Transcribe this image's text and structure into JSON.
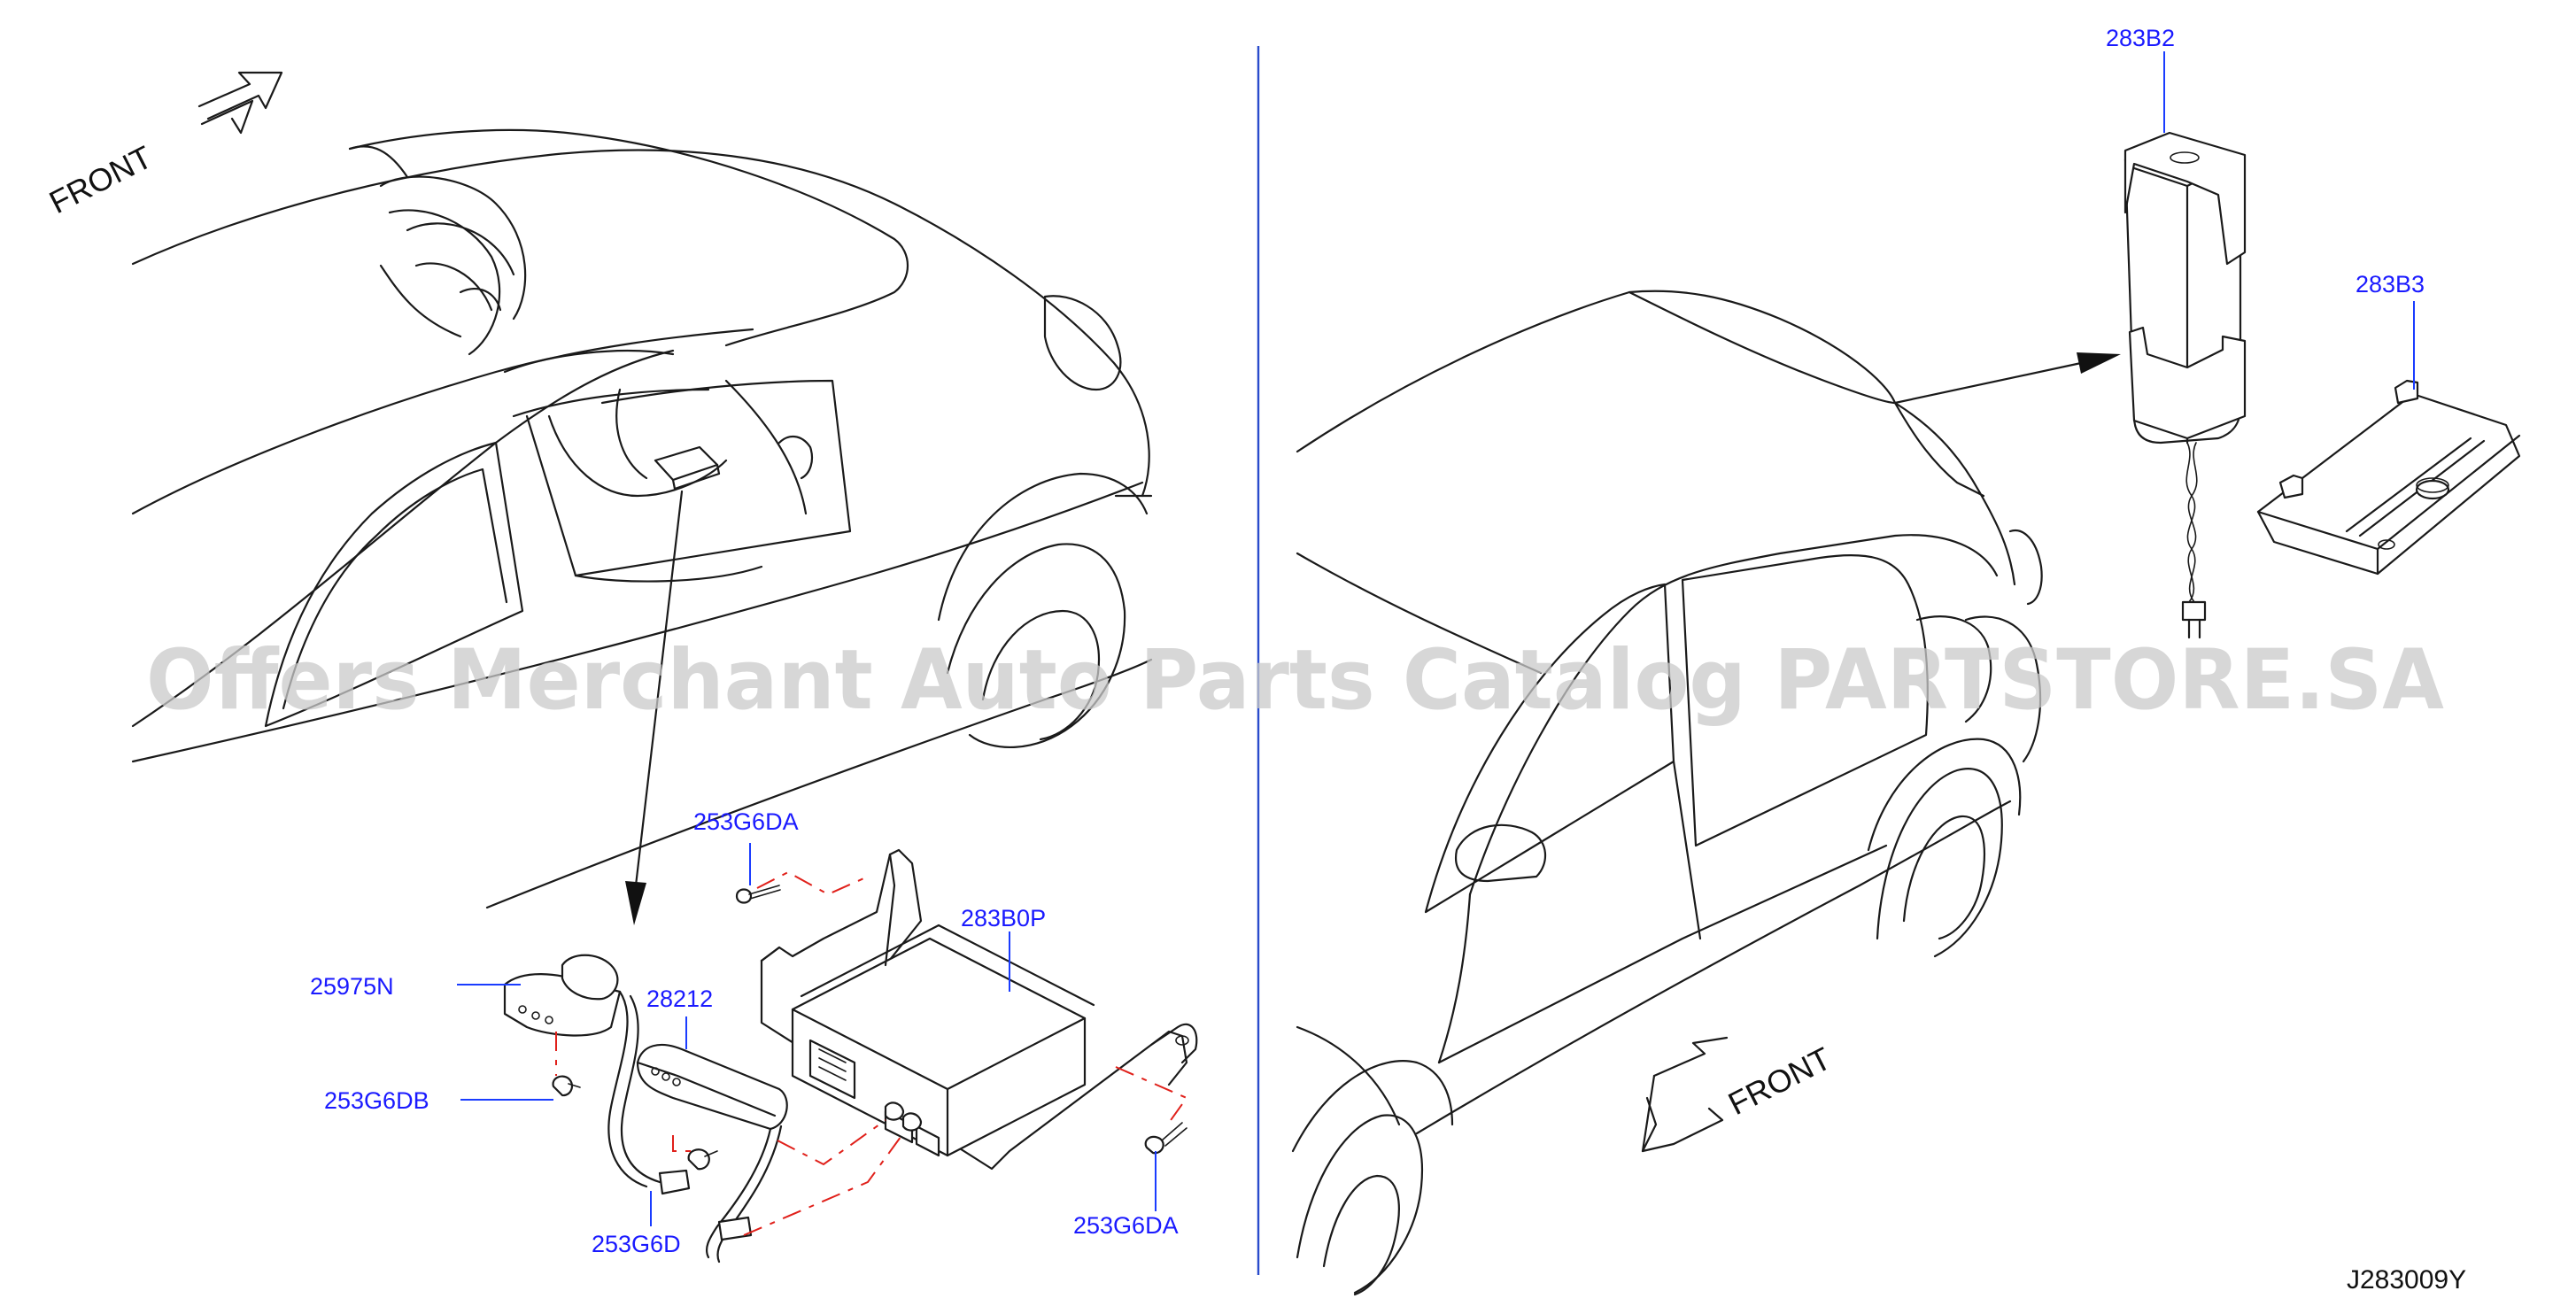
{
  "diagram_code": "J283009Y",
  "watermark": "Offers Merchant Auto Parts Catalog PARTSTORE.SA",
  "front_labels": [
    "FRONT",
    "FRONT"
  ],
  "part_labels": {
    "p253G6DA_top": "253G6DA",
    "p283B0P": "283B0P",
    "p25975N": "25975N",
    "p28212": "28212",
    "p253G6DB": "253G6DB",
    "p253G6D": "253G6D",
    "p253G6DA_bottom": "253G6DA",
    "p283B2": "283B2",
    "p283B3": "283B3"
  },
  "colors": {
    "part_label": "#1a1aff",
    "leader_line": "#1a3cff",
    "install_dash": "#e0201a",
    "divider": "#2a4ccc",
    "watermark": "#c9c9c9"
  }
}
